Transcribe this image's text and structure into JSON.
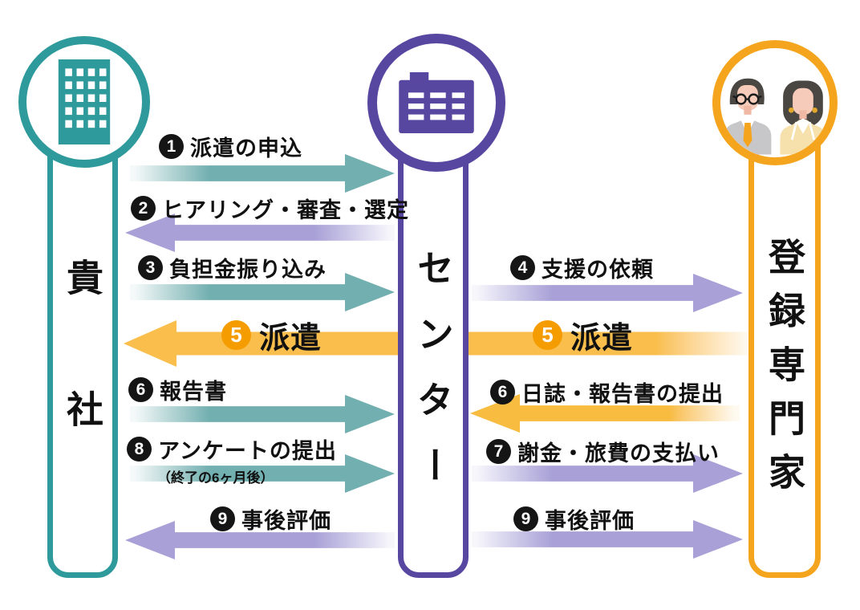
{
  "colors": {
    "teal": "#2E9A9B",
    "tealArrow": "#72AFB0",
    "purple": "#5847A0",
    "lavender": "#A8A0D6",
    "orange": "#F5A41D",
    "orangeArrow": "#F8BC41",
    "orangeBig": "#F9BE4B",
    "badgeBlack": "#151515",
    "badgeOrange": "#F59C00",
    "ink": "#111111"
  },
  "entities": {
    "company": {
      "name": "貴社",
      "icon": "building-icon",
      "color": "#2E9A9B"
    },
    "center": {
      "name": "センター",
      "icon": "organizer-icon",
      "color": "#5847A0"
    },
    "experts": {
      "name": "登録専門家",
      "icon": "experts-icon",
      "color": "#F5A41D"
    }
  },
  "flows": [
    {
      "no": "1",
      "label": "派遣の申込",
      "from": "貴社",
      "to": "センター",
      "arrow_color": "teal",
      "direction": "right",
      "badge": "black"
    },
    {
      "no": "2",
      "label": "ヒアリング・審査・選定",
      "from": "センター",
      "to": "貴社",
      "arrow_color": "lavender",
      "direction": "left",
      "badge": "black"
    },
    {
      "no": "3",
      "label": "負担金振り込み",
      "from": "貴社",
      "to": "センター",
      "arrow_color": "teal",
      "direction": "right",
      "badge": "black"
    },
    {
      "no": "4",
      "label": "支援の依頼",
      "from": "センター",
      "to": "登録専門家",
      "arrow_color": "lavender",
      "direction": "right",
      "badge": "black"
    },
    {
      "no": "5",
      "label": "派遣",
      "from": "登録専門家",
      "to": "貴社",
      "arrow_color": "orange",
      "direction": "left",
      "badge": "orange"
    },
    {
      "no": "6",
      "label": "報告書",
      "from": "貴社",
      "to": "センター",
      "arrow_color": "teal",
      "direction": "right",
      "badge": "black"
    },
    {
      "no": "6",
      "label": "日誌・報告書の提出",
      "from": "登録専門家",
      "to": "センター",
      "arrow_color": "orange",
      "direction": "left",
      "badge": "black"
    },
    {
      "no": "7",
      "label": "謝金・旅費の支払い",
      "from": "センター",
      "to": "登録専門家",
      "arrow_color": "lavender",
      "direction": "right",
      "badge": "black"
    },
    {
      "no": "8",
      "label": "アンケートの提出",
      "sublabel": "（終了の6ヶ月後）",
      "from": "貴社",
      "to": "センター",
      "arrow_color": "teal",
      "direction": "right",
      "badge": "black"
    },
    {
      "no": "9",
      "label": "事後評価",
      "from": "センター",
      "to": "貴社",
      "arrow_color": "lavender",
      "direction": "left",
      "badge": "black"
    },
    {
      "no": "9",
      "label": "事後評価",
      "from": "センター",
      "to": "登録専門家",
      "arrow_color": "lavender",
      "direction": "right",
      "badge": "black"
    }
  ]
}
